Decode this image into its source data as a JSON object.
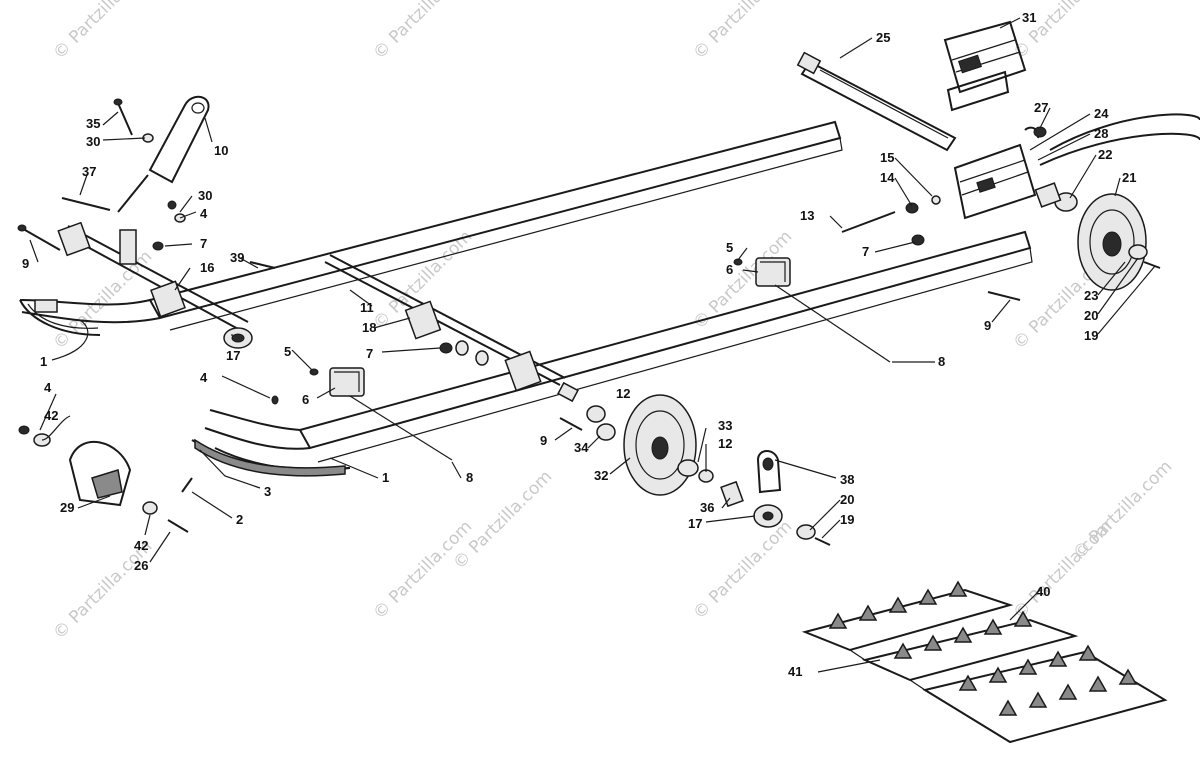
{
  "watermark": "© Partzilla.com",
  "callouts": [
    "1",
    "2",
    "3",
    "4",
    "5",
    "6",
    "7",
    "8",
    "9",
    "10",
    "11",
    "12",
    "13",
    "14",
    "15",
    "16",
    "17",
    "18",
    "19",
    "20",
    "21",
    "22",
    "23",
    "24",
    "25",
    "26",
    "27",
    "28",
    "29",
    "30",
    "31",
    "32",
    "33",
    "34",
    "35",
    "36",
    "37",
    "38",
    "39",
    "40",
    "41",
    "42"
  ],
  "colors": {
    "ink": "#1a1a1a",
    "watermark": "#c9c9c9",
    "background": "#ffffff"
  }
}
